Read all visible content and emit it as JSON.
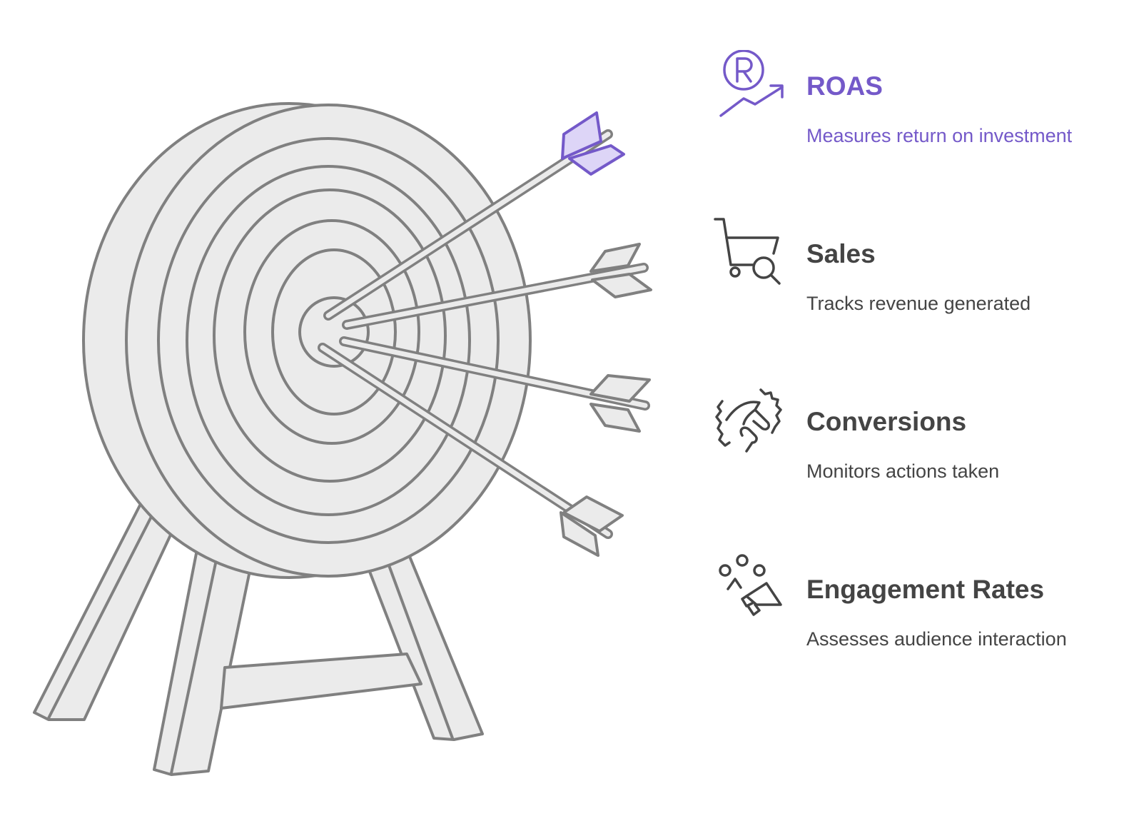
{
  "colors": {
    "accent": "#7459c9",
    "text": "#444444",
    "stroke": "#808080",
    "fill": "#ebebeb",
    "accent_fill": "#ddd5f7"
  },
  "metrics": [
    {
      "title": "ROAS",
      "description": "Measures return on investment",
      "icon": "roas-icon",
      "highlight": true
    },
    {
      "title": "Sales",
      "description": "Tracks revenue generated",
      "icon": "shopping-cart-search-icon",
      "highlight": false
    },
    {
      "title": "Conversions",
      "description": "Monitors actions taken",
      "icon": "handshake-icon",
      "highlight": false
    },
    {
      "title": "Engagement Rates",
      "description": "Assesses audience interaction",
      "icon": "audience-megaphone-icon",
      "highlight": false
    }
  ]
}
